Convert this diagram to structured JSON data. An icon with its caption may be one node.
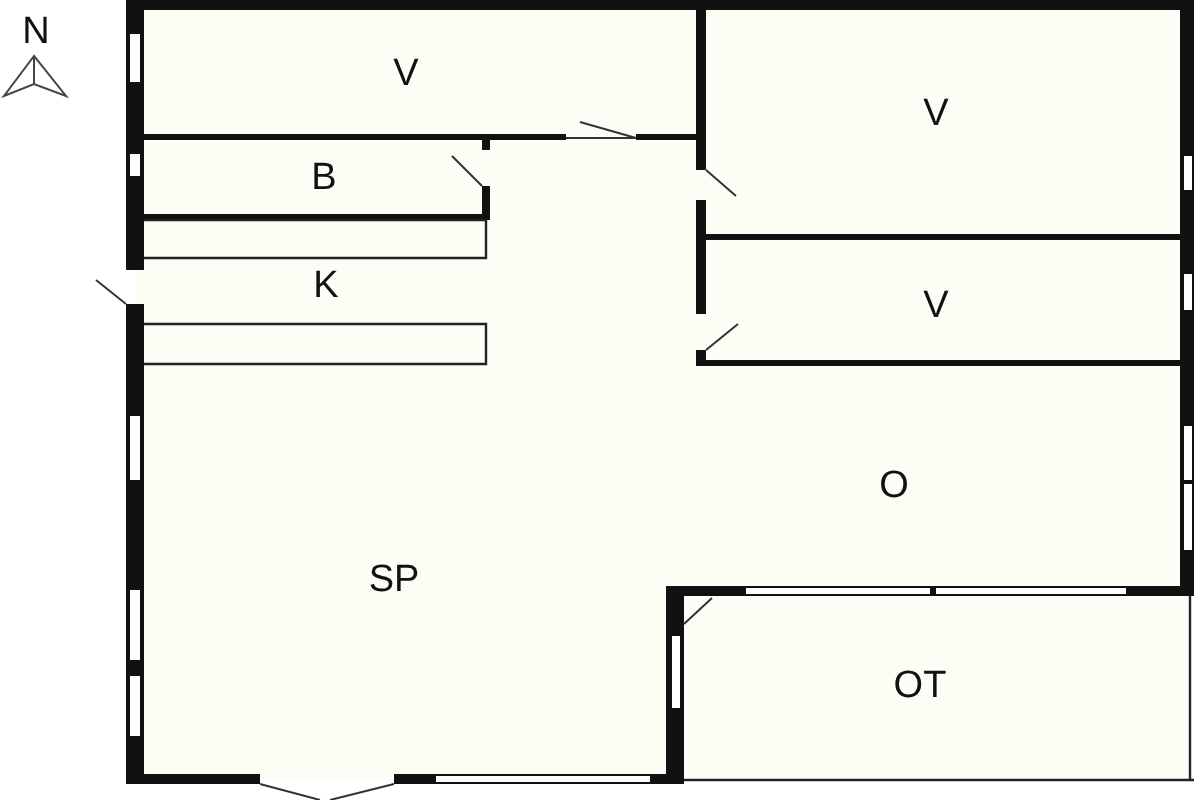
{
  "diagram": {
    "labels": [
      "N",
      "V",
      "V",
      "B",
      "K",
      "V",
      "O",
      "SP",
      "OT"
    ]
  }
}
